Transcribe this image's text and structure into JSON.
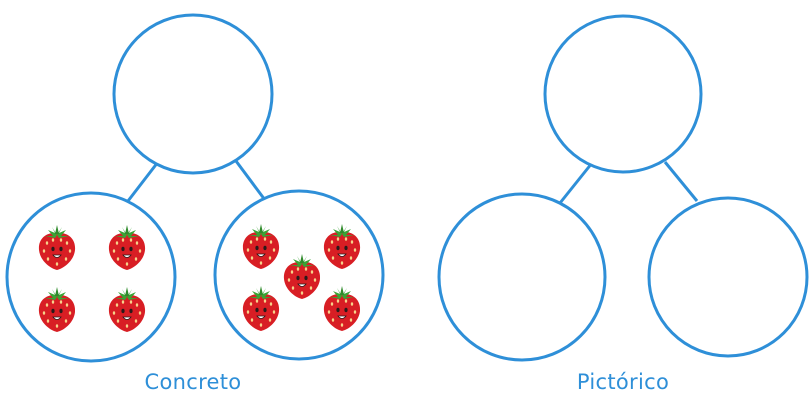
{
  "colors": {
    "stroke": "#2e8fd8",
    "caption": "#2e8fd8",
    "strawberry": "#d81e24",
    "leaf": "#3aa335"
  },
  "diagrams": [
    {
      "caption": "Concreto",
      "whole": {
        "content": ""
      },
      "parts": [
        {
          "content": "strawberries",
          "count": 4
        },
        {
          "content": "strawberries",
          "count": 5
        }
      ]
    },
    {
      "caption": "Pictórico",
      "whole": {
        "content": ""
      },
      "parts": [
        {
          "content": ""
        },
        {
          "content": ""
        }
      ]
    }
  ],
  "icon": "strawberry-icon"
}
